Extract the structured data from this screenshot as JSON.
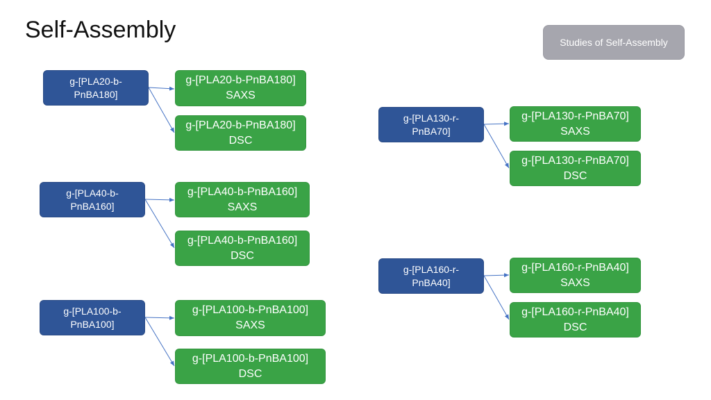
{
  "title": "Self-Assembly",
  "studies_button": "Studies of Self-Assembly",
  "colors": {
    "source": "#2f5597",
    "target": "#3aa346",
    "connector": "#4472c4",
    "button": "#a6a6ae"
  },
  "groups": [
    {
      "source": "g-[PLA20-b-\nPnBA180]",
      "saxs": "g-[PLA20-b-PnBA180]\nSAXS",
      "dsc": "g-[PLA20-b-PnBA180]\nDSC"
    },
    {
      "source": "g-[PLA40-b-\nPnBA160]",
      "saxs": "g-[PLA40-b-PnBA160]\nSAXS",
      "dsc": "g-[PLA40-b-PnBA160]\nDSC"
    },
    {
      "source": "g-[PLA100-b-\nPnBA100]",
      "saxs": "g-[PLA100-b-PnBA100]\nSAXS",
      "dsc": "g-[PLA100-b-PnBA100]\nDSC"
    },
    {
      "source": "g-[PLA130-r-\nPnBA70]",
      "saxs": "g-[PLA130-r-PnBA70]\nSAXS",
      "dsc": "g-[PLA130-r-PnBA70]\nDSC"
    },
    {
      "source": "g-[PLA160-r-\nPnBA40]",
      "saxs": "g-[PLA160-r-PnBA40]\nSAXS",
      "dsc": "g-[PLA160-r-PnBA40]\nDSC"
    }
  ]
}
